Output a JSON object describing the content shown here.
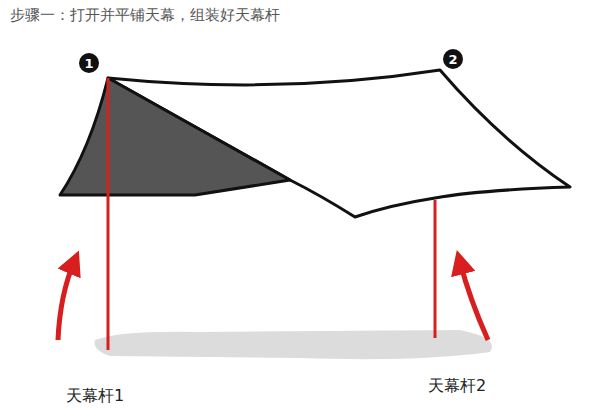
{
  "diagram": {
    "title": "步骤一：打开并平铺天幕，组装好天幕杆",
    "nodes": [
      {
        "text": [
          "1"
        ]
      },
      {
        "text": [
          "2"
        ]
      }
    ],
    "labels": [
      "天幕杆1",
      "天幕杆2"
    ]
  }
}
